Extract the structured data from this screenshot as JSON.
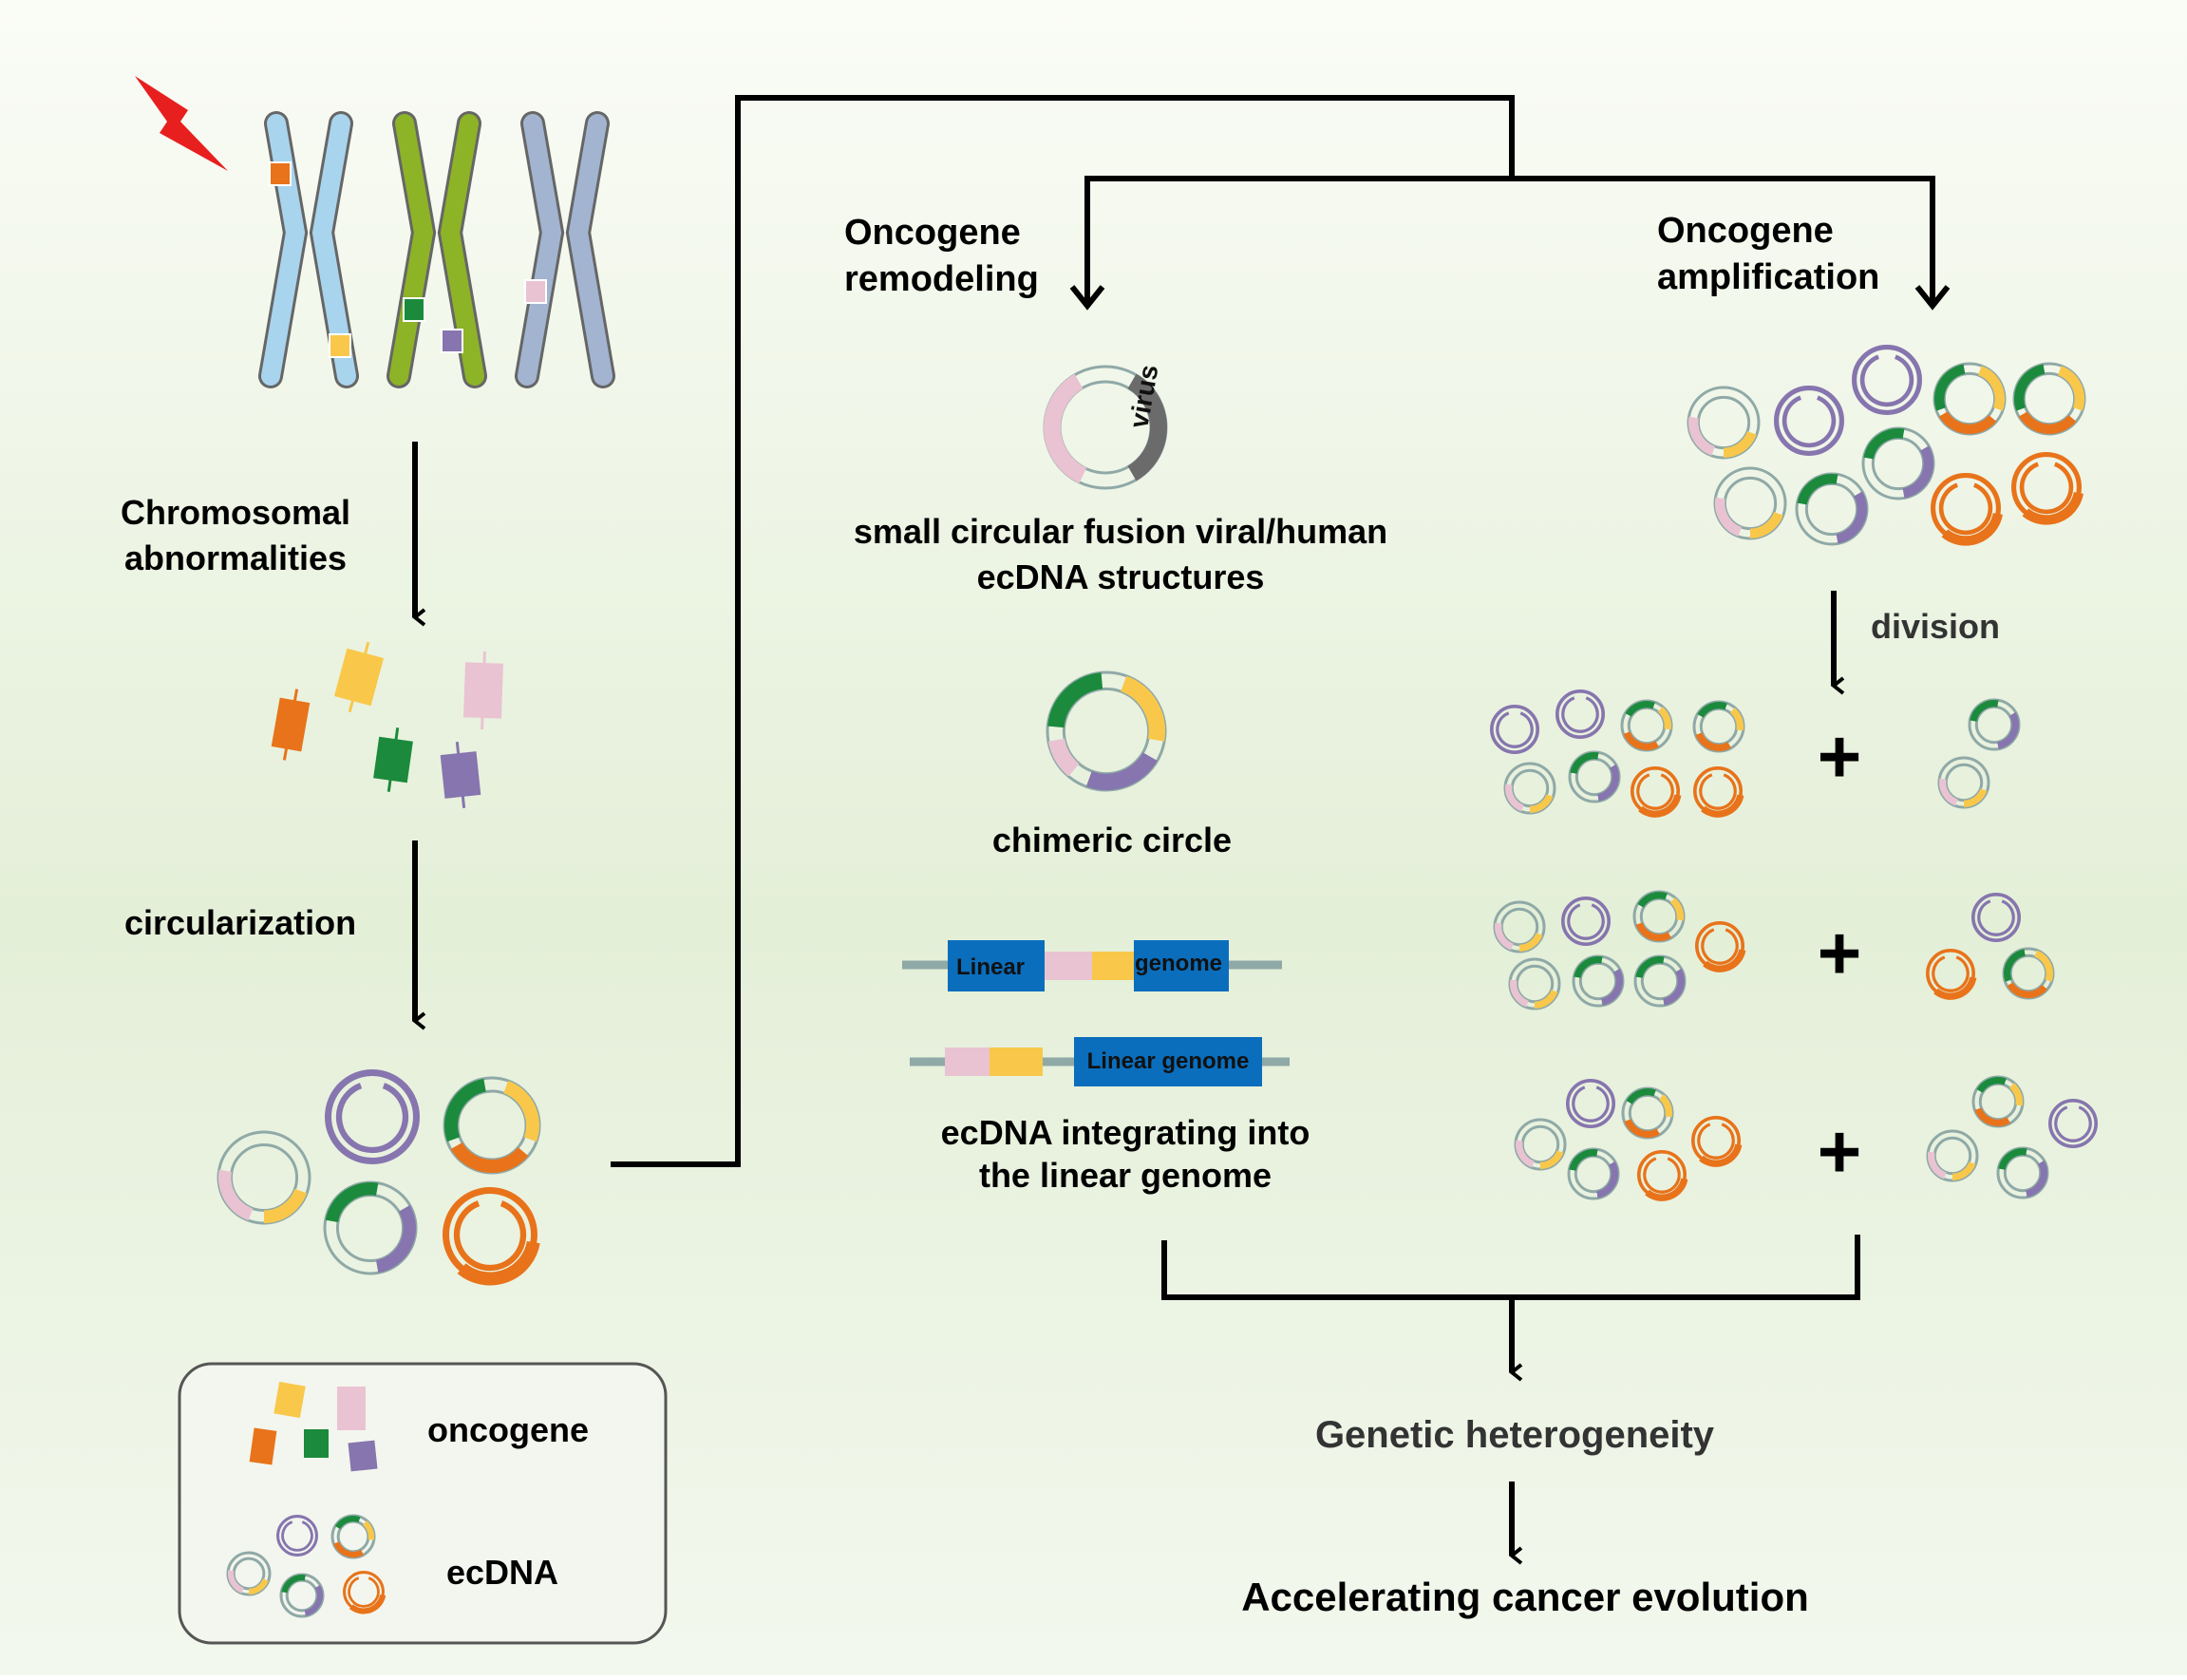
{
  "colors": {
    "orange": "#E8731A",
    "yellow": "#F9C84A",
    "pink": "#E9C3D2",
    "green": "#1B8A3C",
    "purple": "#8675AE",
    "ring": "#8FA9A7",
    "chromosome_blue": "#A9D4EE",
    "chromosome_green": "#8DB327",
    "chromosome_gray": "#A3B4D1",
    "genome_blue": "#0A6EBD",
    "lightning": "#E81F1F",
    "virus_gray": "#6B6B6B"
  },
  "left": {
    "step1_line1": "Chromosomal",
    "step1_line2": "abnormalities",
    "step2": "circularization"
  },
  "legend": {
    "oncogene": "oncogene",
    "ecdna": "ecDNA"
  },
  "remodeling": {
    "header_line1": "Oncogene",
    "header_line2": "remodeling",
    "virus_label": "virus",
    "fusion_line1": "small circular fusion viral/human",
    "fusion_line2": "ecDNA structures",
    "chimeric": "chimeric circle",
    "linear_left": "Linear",
    "linear_right": "genome",
    "linear_genome": "Linear genome",
    "integrating_line1": "ecDNA integrating into",
    "integrating_line2": "the linear genome"
  },
  "amplification": {
    "header_line1": "Oncogene",
    "header_line2": "amplification",
    "division": "division",
    "plus": "+"
  },
  "outcome": {
    "heterogeneity": "Genetic heterogeneity",
    "evolution": "Accelerating cancer evolution"
  }
}
